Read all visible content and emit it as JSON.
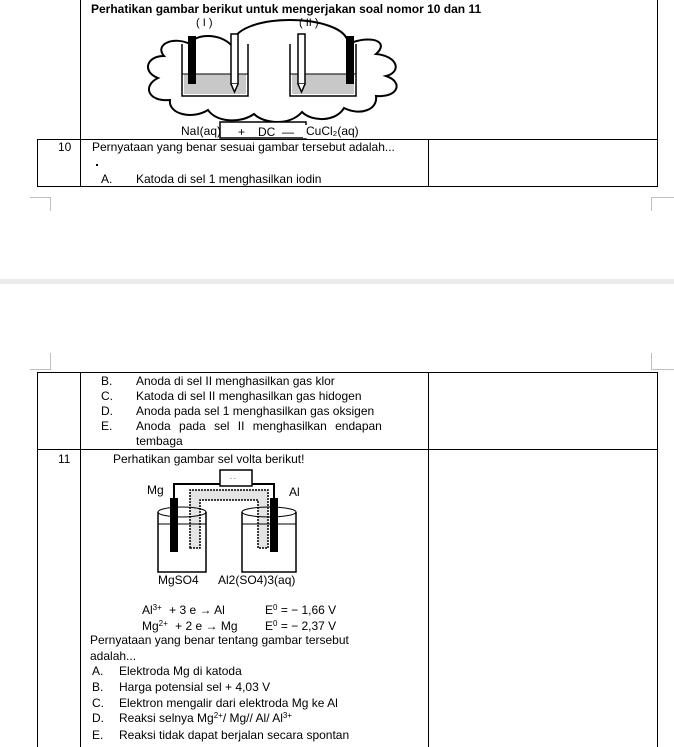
{
  "page1": {
    "header": "Perhatikan gambar berikut untuk mengerjakan soal nomor 10 dan 11",
    "diagram": {
      "cell1_label": "( I )",
      "cell2_label": "( II )",
      "left_solution": "NaI(aq)",
      "right_solution": "CuCl₂(aq)",
      "power_plus": "+",
      "power_text": "DC",
      "power_minus": "—"
    },
    "q10": {
      "number": "10",
      "question": "Pernyataan yang benar sesuai gambar tersebut adalah...",
      "option_a_letter": "A.",
      "option_a_text": "Katoda di sel 1 menghasilkan iodin"
    }
  },
  "page2": {
    "q10_more": [
      {
        "letter": "B.",
        "text": "Anoda di sel II menghasilkan gas klor"
      },
      {
        "letter": "C.",
        "text": "Katoda di sel II menghasilkan gas hidogen"
      },
      {
        "letter": "D.",
        "text": "Anoda pada sel 1 menghasilkan gas oksigen"
      },
      {
        "letter": "E.",
        "text": "Anoda pada sel II menghasilkan endapan"
      }
    ],
    "q10_e_cont": "tembaga",
    "q11": {
      "number": "11",
      "question": "Perhatikan gambar sel volta berikut!",
      "diagram": {
        "mg": "Mg",
        "al": "Al",
        "left_solution": "MgSO4",
        "right_solution": "Al2(SO4)3(aq)"
      },
      "eq1_left": "Al",
      "eq1_charge": "3+",
      "eq1_right": "+ 3 e → Al",
      "eq1_e": "E",
      "eq1_zero": "0",
      "eq1_value": "= − 1,66 V",
      "eq2_left": "Mg",
      "eq2_charge": "2+",
      "eq2_right": "+ 2 e → Mg",
      "eq2_e": "E",
      "eq2_zero": "0",
      "eq2_value": "= − 2,37 V",
      "stem_line1": "Pernyataan yang benar tentang gambar  tersebut",
      "stem_line2": "adalah...",
      "options": [
        {
          "letter": "A.",
          "text": "Elektroda Mg  di katoda"
        },
        {
          "letter": "B.",
          "text": "Harga potensial sel + 4,03 V"
        },
        {
          "letter": "C.",
          "text": "Elektron mengalir dari elektroda  Mg ke  Al"
        }
      ],
      "option_d_letter": "D.",
      "option_d_pre": "Reaksi selnya Mg",
      "option_d_sup1": "2+",
      "option_d_mid": "/ Mg// Al/ Al",
      "option_d_sup2": "3+",
      "option_e_letter": "E.",
      "option_e_text": "Reaksi tidak dapat berjalan secara spontan"
    }
  }
}
